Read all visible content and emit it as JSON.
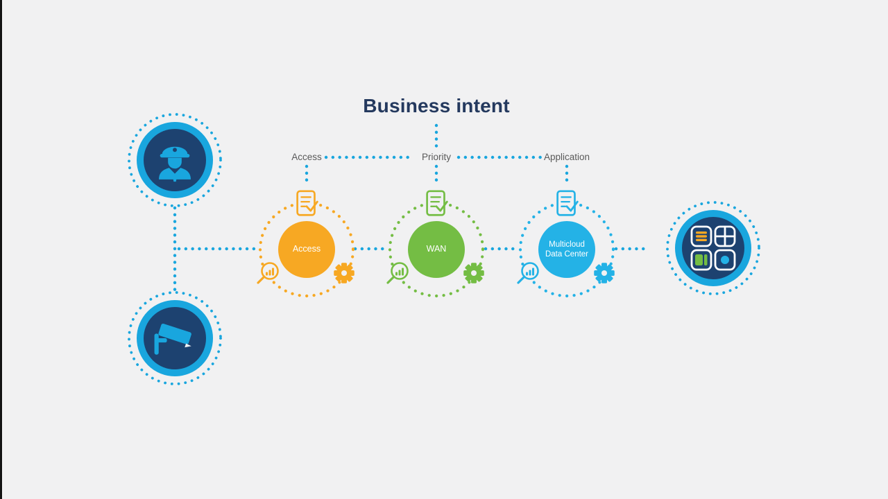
{
  "title": "Business intent",
  "lanes": [
    {
      "label": "Access"
    },
    {
      "label": "Priority"
    },
    {
      "label": "Application"
    }
  ],
  "pipeline_nodes": [
    {
      "id": "access",
      "label": "Access",
      "color": "#f7a823"
    },
    {
      "id": "wan",
      "label": "WAN",
      "color": "#74bd44"
    },
    {
      "id": "multicloud-data-center",
      "label": "Multicloud Data Center",
      "color": "#24b2e6"
    }
  ],
  "endpoint_nodes": [
    {
      "id": "security-officer",
      "icon": "security-officer-icon"
    },
    {
      "id": "security-camera",
      "icon": "security-camera-icon"
    },
    {
      "id": "applications",
      "icon": "app-grid-icon"
    }
  ],
  "node_satellite_icons": {
    "top": "checklist-document-icon",
    "bottom_left": "magnifier-chart-icon",
    "bottom_right": "gear-icon"
  },
  "colors": {
    "background": "#f1f1f2",
    "edge": "#141414",
    "accent": "#19a6de",
    "navy": "#1d4270",
    "orange": "#f7a823",
    "green": "#74bd44",
    "cyan": "#24b2e6",
    "title": "#24395e",
    "label": "#595959",
    "white": "#ffffff"
  }
}
